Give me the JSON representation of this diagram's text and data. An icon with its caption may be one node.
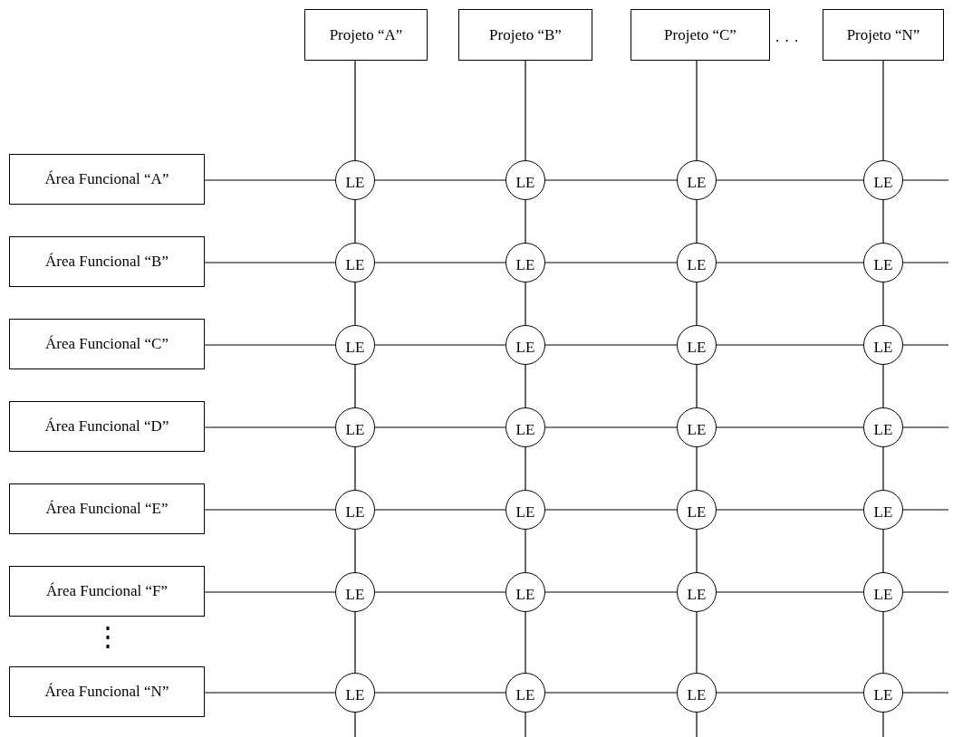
{
  "diagram": {
    "nodes": [
      {
        "text": [
          "Projeto “A”"
        ]
      },
      {
        "text": [
          "Projeto “B”"
        ]
      },
      {
        "text": [
          "Projeto “C”"
        ]
      },
      {
        "text": [
          "Projeto “N”"
        ]
      },
      {
        "text": [
          "Área Funcional “A”"
        ]
      },
      {
        "text": [
          "LE"
        ]
      },
      {
        "text": [
          "LE"
        ]
      },
      {
        "text": [
          "LE"
        ]
      },
      {
        "text": [
          "LE"
        ]
      },
      {
        "text": [
          "Área Funcional “B”"
        ]
      },
      {
        "text": [
          "LE"
        ]
      },
      {
        "text": [
          "LE"
        ]
      },
      {
        "text": [
          "LE"
        ]
      },
      {
        "text": [
          "LE"
        ]
      },
      {
        "text": [
          "Área Funcional “C”"
        ]
      },
      {
        "text": [
          "LE"
        ]
      },
      {
        "text": [
          "LE"
        ]
      },
      {
        "text": [
          "LE"
        ]
      },
      {
        "text": [
          "LE"
        ]
      },
      {
        "text": [
          "Área Funcional “D”"
        ]
      },
      {
        "text": [
          "LE"
        ]
      },
      {
        "text": [
          "LE"
        ]
      },
      {
        "text": [
          "LE"
        ]
      },
      {
        "text": [
          "LE"
        ]
      },
      {
        "text": [
          "Área Funcional “E”"
        ]
      },
      {
        "text": [
          "LE"
        ]
      },
      {
        "text": [
          "LE"
        ]
      },
      {
        "text": [
          "LE"
        ]
      },
      {
        "text": [
          "LE"
        ]
      },
      {
        "text": [
          "Área Funcional “F”"
        ]
      },
      {
        "text": [
          "LE"
        ]
      },
      {
        "text": [
          "LE"
        ]
      },
      {
        "text": [
          "LE"
        ]
      },
      {
        "text": [
          "LE"
        ]
      },
      {
        "text": [
          "Área Funcional “N”"
        ]
      },
      {
        "text": [
          "LE"
        ]
      },
      {
        "text": [
          "LE"
        ]
      },
      {
        "text": [
          "LE"
        ]
      },
      {
        "text": [
          "LE"
        ]
      }
    ],
    "edges": [
      {
        "from": 4,
        "to": 5,
        "arrow": "none"
      },
      {
        "from": 5,
        "to": 6,
        "arrow": "none"
      },
      {
        "from": 6,
        "to": 7,
        "arrow": "none"
      },
      {
        "from": 7,
        "to": 8,
        "arrow": "none"
      },
      {
        "from": 8,
        "to": null,
        "arrow": "none"
      },
      {
        "from": 9,
        "to": 10,
        "arrow": "none"
      },
      {
        "from": 10,
        "to": 11,
        "arrow": "none"
      },
      {
        "from": 11,
        "to": 12,
        "arrow": "none"
      },
      {
        "from": 12,
        "to": 13,
        "arrow": "none"
      },
      {
        "from": 13,
        "to": null,
        "arrow": "none"
      },
      {
        "from": 14,
        "to": 15,
        "arrow": "none"
      },
      {
        "from": 15,
        "to": 16,
        "arrow": "none"
      },
      {
        "from": 16,
        "to": 17,
        "arrow": "none"
      },
      {
        "from": 17,
        "to": 18,
        "arrow": "none"
      },
      {
        "from": 18,
        "to": null,
        "arrow": "none"
      },
      {
        "from": 19,
        "to": 20,
        "arrow": "none"
      },
      {
        "from": 20,
        "to": 21,
        "arrow": "none"
      },
      {
        "from": 21,
        "to": 22,
        "arrow": "none"
      },
      {
        "from": 22,
        "to": 23,
        "arrow": "none"
      },
      {
        "from": 23,
        "to": null,
        "arrow": "none"
      },
      {
        "from": 24,
        "to": 25,
        "arrow": "none"
      },
      {
        "from": 25,
        "to": 26,
        "arrow": "none"
      },
      {
        "from": 26,
        "to": 27,
        "arrow": "none"
      },
      {
        "from": 27,
        "to": 28,
        "arrow": "none"
      },
      {
        "from": 28,
        "to": null,
        "arrow": "none"
      },
      {
        "from": 29,
        "to": 30,
        "arrow": "none"
      },
      {
        "from": 30,
        "to": 31,
        "arrow": "none"
      },
      {
        "from": 31,
        "to": 32,
        "arrow": "none"
      },
      {
        "from": 32,
        "to": 33,
        "arrow": "none"
      },
      {
        "from": 33,
        "to": null,
        "arrow": "none"
      },
      {
        "from": 34,
        "to": 35,
        "arrow": "none"
      },
      {
        "from": 35,
        "to": 36,
        "arrow": "none"
      },
      {
        "from": 36,
        "to": 37,
        "arrow": "none"
      },
      {
        "from": 37,
        "to": 38,
        "arrow": "none"
      },
      {
        "from": 38,
        "to": null,
        "arrow": "none"
      },
      {
        "from": 0,
        "to": 5,
        "arrow": "none"
      },
      {
        "from": 5,
        "to": 10,
        "arrow": "none"
      },
      {
        "from": 10,
        "to": 15,
        "arrow": "none"
      },
      {
        "from": 15,
        "to": 20,
        "arrow": "none"
      },
      {
        "from": 20,
        "to": 25,
        "arrow": "none"
      },
      {
        "from": 25,
        "to": 30,
        "arrow": "none"
      },
      {
        "from": 30,
        "to": 35,
        "arrow": "none"
      },
      {
        "from": 35,
        "to": null,
        "arrow": "none"
      },
      {
        "from": 1,
        "to": 6,
        "arrow": "none"
      },
      {
        "from": 6,
        "to": 11,
        "arrow": "none"
      },
      {
        "from": 11,
        "to": 16,
        "arrow": "none"
      },
      {
        "from": 16,
        "to": 21,
        "arrow": "none"
      },
      {
        "from": 21,
        "to": 26,
        "arrow": "none"
      },
      {
        "from": 26,
        "to": 31,
        "arrow": "none"
      },
      {
        "from": 31,
        "to": 36,
        "arrow": "none"
      },
      {
        "from": 36,
        "to": null,
        "arrow": "none"
      },
      {
        "from": 2,
        "to": 7,
        "arrow": "none"
      },
      {
        "from": 7,
        "to": 12,
        "arrow": "none"
      },
      {
        "from": 12,
        "to": 17,
        "arrow": "none"
      },
      {
        "from": 17,
        "to": 22,
        "arrow": "none"
      },
      {
        "from": 22,
        "to": 27,
        "arrow": "none"
      },
      {
        "from": 27,
        "to": 32,
        "arrow": "none"
      },
      {
        "from": 32,
        "to": 37,
        "arrow": "none"
      },
      {
        "from": 37,
        "to": null,
        "arrow": "none"
      },
      {
        "from": 3,
        "to": 8,
        "arrow": "none"
      },
      {
        "from": 8,
        "to": 13,
        "arrow": "none"
      },
      {
        "from": 13,
        "to": 18,
        "arrow": "none"
      },
      {
        "from": 18,
        "to": 23,
        "arrow": "none"
      },
      {
        "from": 23,
        "to": 28,
        "arrow": "none"
      },
      {
        "from": 28,
        "to": 33,
        "arrow": "none"
      },
      {
        "from": 33,
        "to": 38,
        "arrow": "none"
      },
      {
        "from": 38,
        "to": null,
        "arrow": "none"
      }
    ],
    "labels": [
      ". . .",
      "⋮"
    ]
  }
}
